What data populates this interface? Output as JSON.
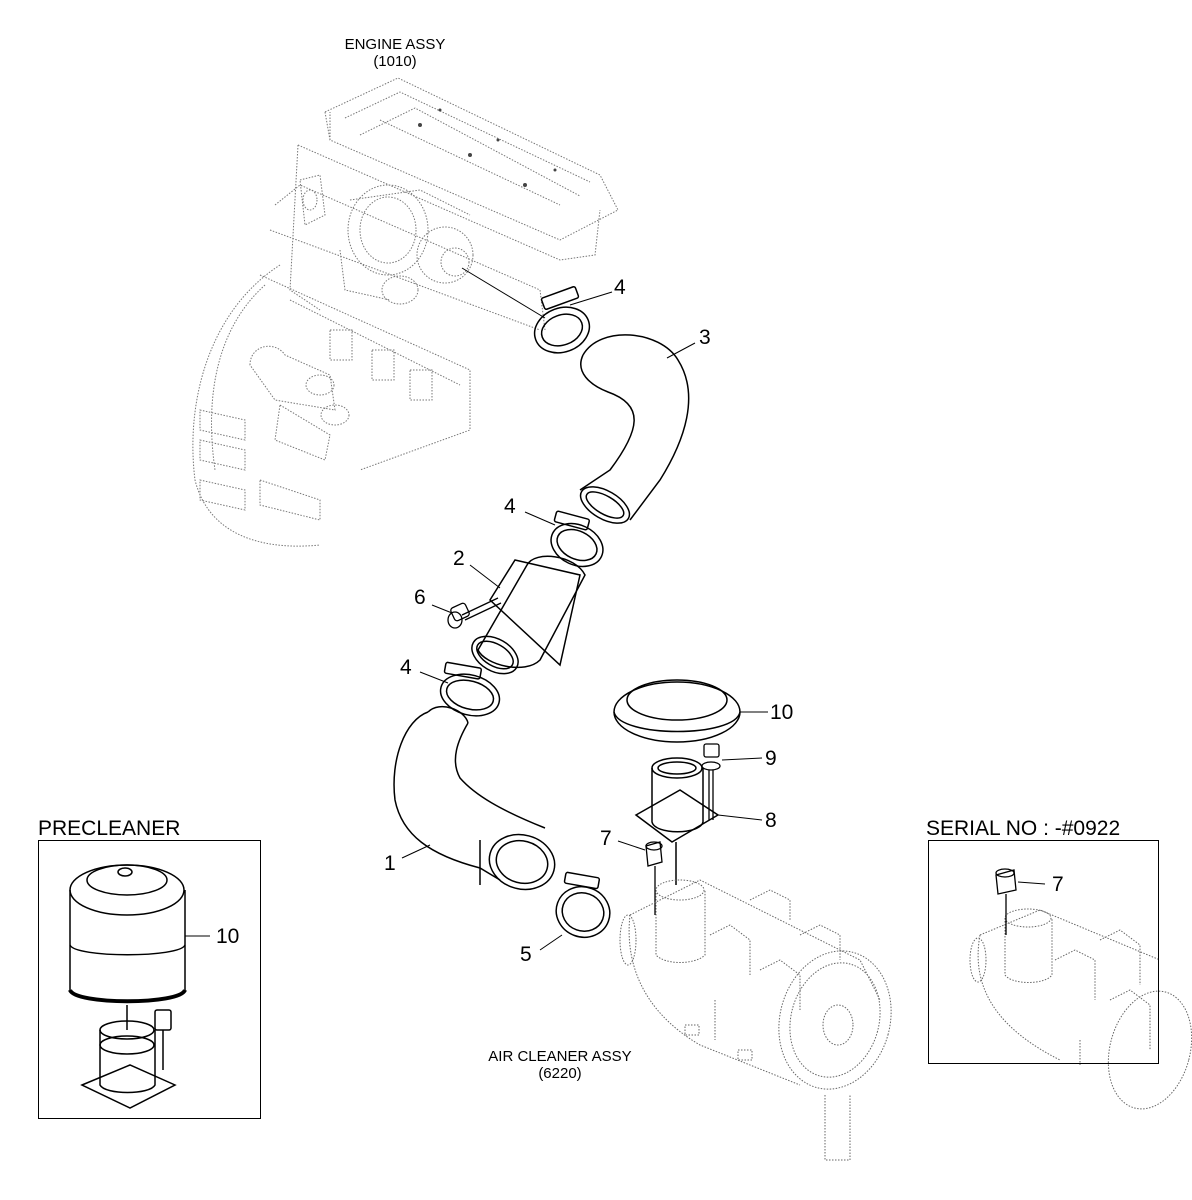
{
  "engine": {
    "name": "ENGINE ASSY",
    "code": "(1010)"
  },
  "air_cleaner": {
    "name": "AIR CLEANER ASSY",
    "code": "(6220)"
  },
  "precleaner_box": {
    "title": "PRECLEANER",
    "callout": "10"
  },
  "serial_box": {
    "title": "SERIAL NO : -#0922",
    "callout": "7"
  },
  "callouts": {
    "p1": "1",
    "p2": "2",
    "p3": "3",
    "p4a": "4",
    "p4b": "4",
    "p4c": "4",
    "p5": "5",
    "p6": "6",
    "p7": "7",
    "p8": "8",
    "p9": "9",
    "p10": "10"
  }
}
